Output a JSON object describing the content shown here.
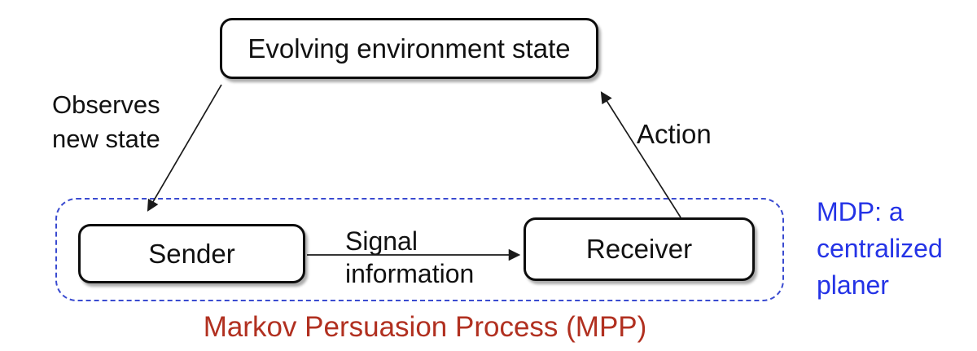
{
  "diagram": {
    "nodes": {
      "environment": {
        "label": "Evolving environment state"
      },
      "sender": {
        "label": "Sender"
      },
      "receiver": {
        "label": "Receiver"
      }
    },
    "edges": {
      "observes": {
        "label": "Observes\nnew state",
        "from": "environment",
        "to": "sender"
      },
      "signal": {
        "label": "Signal\ninformation",
        "from": "sender",
        "to": "receiver"
      },
      "action": {
        "label": "Action",
        "from": "receiver",
        "to": "environment"
      }
    },
    "group": {
      "caption": "Markov Persuasion Process (MPP)",
      "caption_color": "#b13020",
      "border_color": "#3a4bd0"
    },
    "side_note": {
      "text": "MDP: a\ncentralized\nplaner",
      "color": "#2433e6"
    },
    "colors": {
      "node_border": "#0d0d0d",
      "node_fill": "#ffffff",
      "arrow": "#1a1a1a",
      "background": "#ffffff"
    }
  }
}
